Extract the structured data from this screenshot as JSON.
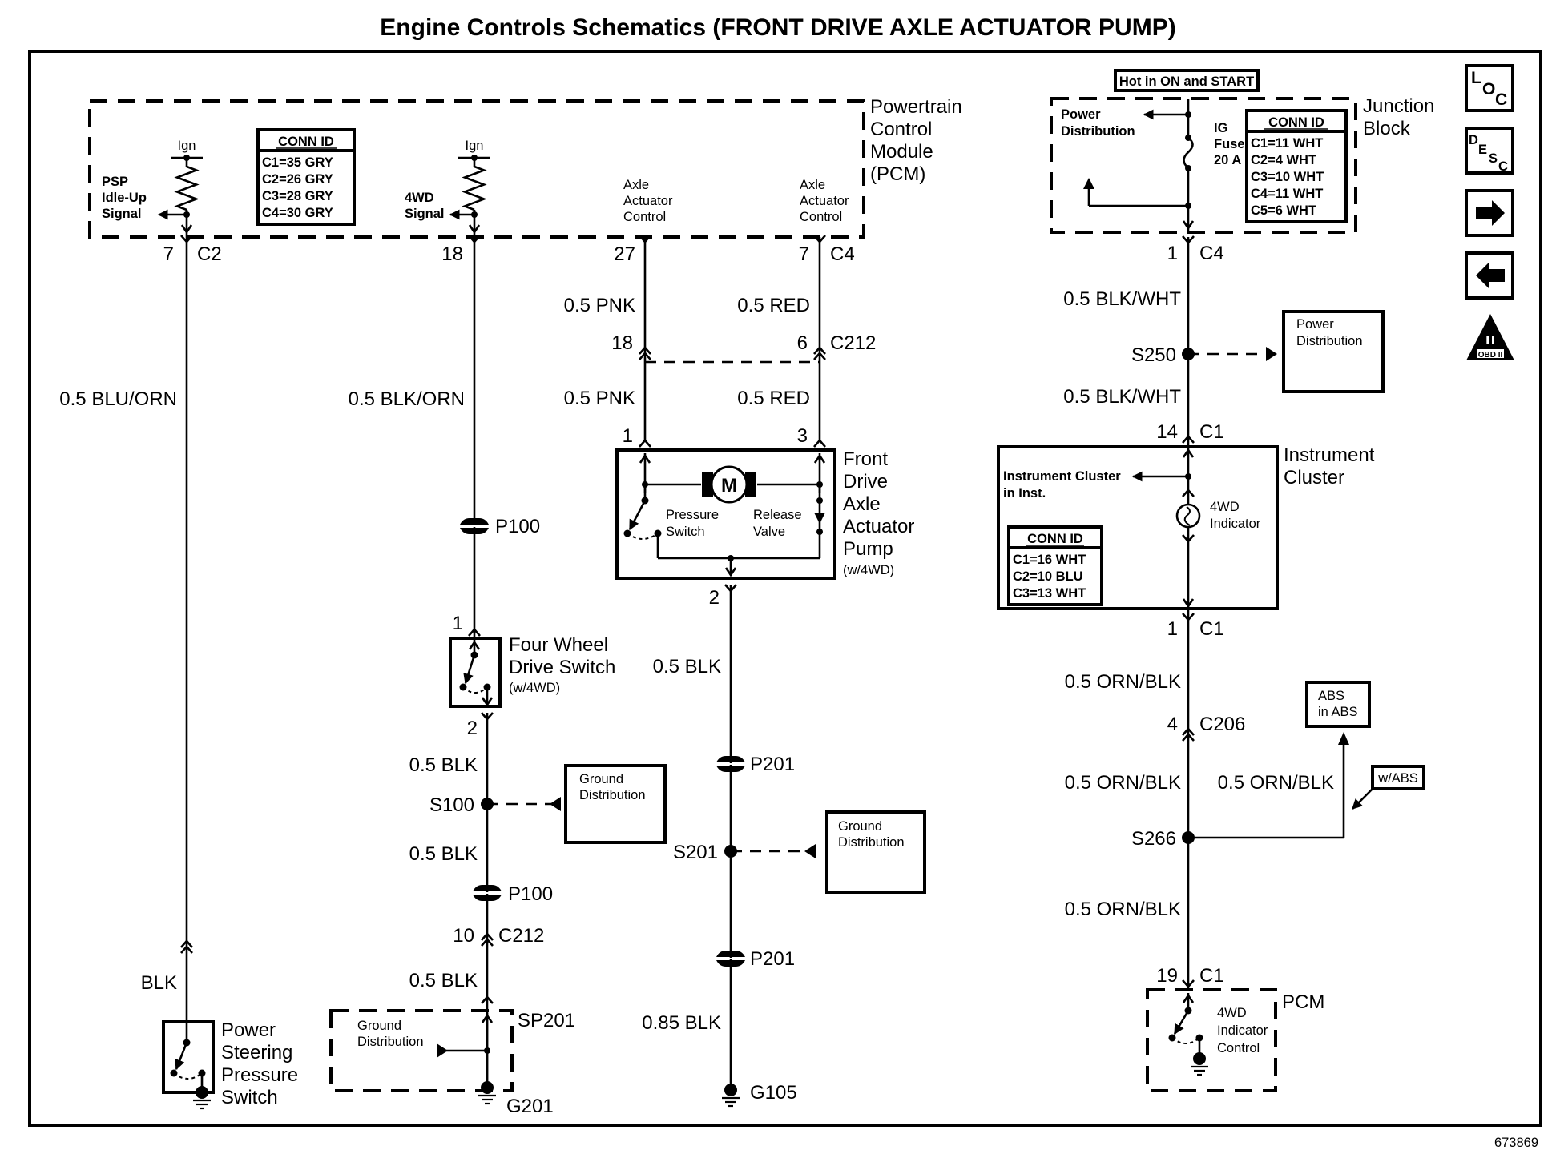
{
  "title": "Engine Controls Schematics (FRONT DRIVE AXLE ACTUATOR PUMP)",
  "figure_id": "673869",
  "nav_icons": [
    {
      "name": "loc-icon",
      "label": "LOC"
    },
    {
      "name": "desc-icon",
      "label": "DESC"
    },
    {
      "name": "next-arrow-icon",
      "label": "next"
    },
    {
      "name": "prev-arrow-icon",
      "label": "previous"
    },
    {
      "name": "obd-ii-icon",
      "label": "OBD II"
    }
  ],
  "pcm": {
    "name_lines": [
      "Powertrain",
      "Control",
      "Module",
      "(PCM)"
    ],
    "ign_label": "Ign",
    "psp_signal": [
      "PSP",
      "Idle-Up",
      "Signal"
    ],
    "wd_signal": [
      "4WD",
      "Signal"
    ],
    "axle_control": [
      "Axle",
      "Actuator",
      "Control"
    ],
    "conn_id": {
      "header": "CONN ID",
      "rows": [
        "C1=35 GRY",
        "C2=26 GRY",
        "C3=28 GRY",
        "C4=30 GRY"
      ]
    },
    "pins": [
      {
        "pin": "7",
        "conn": "C2"
      },
      {
        "pin": "18",
        "conn": ""
      },
      {
        "pin": "27",
        "conn": ""
      },
      {
        "pin": "7",
        "conn": "C4"
      }
    ]
  },
  "junction_block": {
    "hot_label": "Hot in ON and START",
    "name_lines": [
      "Junction",
      "Block"
    ],
    "power_dist": [
      "Power",
      "Distribution"
    ],
    "fuse": [
      "IG",
      "Fuse",
      "20 A"
    ],
    "conn_id": {
      "header": "CONN ID",
      "rows": [
        "C1=11 WHT",
        "C2=4 WHT",
        "C3=10 WHT",
        "C4=11 WHT",
        "C5=6 WHT"
      ]
    },
    "pin": {
      "pin": "1",
      "conn": "C4"
    }
  },
  "wires": {
    "psp": "0.5 BLU/ORN",
    "psp_lower": "BLK",
    "wd_signal": "0.5 BLK/ORN",
    "pnk_upper": "0.5 PNK",
    "pnk_lower": "0.5 PNK",
    "red_upper": "0.5 RED",
    "red_lower": "0.5 RED",
    "pump_ground": "0.5 BLK",
    "g105": "0.85 BLK",
    "switch_gnd_1": "0.5 BLK",
    "switch_gnd_2": "0.5 BLK",
    "switch_gnd_3": "0.5 BLK",
    "blkwht_upper": "0.5 BLK/WHT",
    "blkwht_lower": "0.5 BLK/WHT",
    "orn_1": "0.5 ORN/BLK",
    "orn_2": "0.5 ORN/BLK",
    "orn_abs": "0.5 ORN/BLK",
    "orn_3": "0.5 ORN/BLK"
  },
  "connectors": {
    "c212_pnk": {
      "pin": "18",
      "conn": ""
    },
    "c212_red": {
      "pin": "6",
      "conn": "C212"
    },
    "pump_pin1": "1",
    "pump_pin3": "3",
    "pump_pin2": "2",
    "sw_pin1": "1",
    "sw_pin2": "2",
    "c212_gnd": {
      "pin": "10",
      "conn": "C212"
    },
    "c1_14": {
      "pin": "14",
      "conn": "C1"
    },
    "c1_1": {
      "pin": "1",
      "conn": "C1"
    },
    "c206": {
      "pin": "4",
      "conn": "C206"
    },
    "c1_19": {
      "pin": "19",
      "conn": "C1"
    }
  },
  "pump": {
    "name_lines": [
      "Front",
      "Drive",
      "Axle",
      "Actuator",
      "Pump"
    ],
    "qualifier": "(w/4WD)",
    "motor": "M",
    "pressure_switch": [
      "Pressure",
      "Switch"
    ],
    "release_valve": [
      "Release",
      "Valve"
    ]
  },
  "four_wd_switch": {
    "name_lines": [
      "Four Wheel",
      "Drive Switch"
    ],
    "qualifier": "(w/4WD)"
  },
  "ps_switch": {
    "name_lines": [
      "Power",
      "Steering",
      "Pressure",
      "Switch"
    ]
  },
  "splices": {
    "p100_upper": "P100",
    "p100_lower": "P100",
    "s100": "S100",
    "sp201": "SP201",
    "g201": "G201",
    "p201_upper": "P201",
    "p201_lower": "P201",
    "s201": "S201",
    "g105": "G105",
    "s250": "S250",
    "s266": "S266"
  },
  "ground_dist": {
    "s100_box": [
      "Ground",
      "Distribution"
    ],
    "s201_box": [
      "Ground",
      "Distribution"
    ],
    "sp201_box": [
      "Ground",
      "Distribution"
    ]
  },
  "power_dist_box": [
    "Power",
    "Distribution"
  ],
  "cluster": {
    "name_lines": [
      "Instrument",
      "Cluster"
    ],
    "feed": [
      "Instrument Cluster",
      "in Inst."
    ],
    "indicator": [
      "4WD",
      "Indicator"
    ],
    "conn_id": {
      "header": "CONN ID",
      "rows": [
        "C1=16 WHT",
        "C2=10 BLU",
        "C3=13 WHT"
      ]
    }
  },
  "abs": {
    "box": [
      "ABS",
      "in ABS"
    ],
    "option": "w/ABS"
  },
  "pcm_lower": {
    "name": "PCM",
    "control": [
      "4WD",
      "Indicator",
      "Control"
    ]
  }
}
